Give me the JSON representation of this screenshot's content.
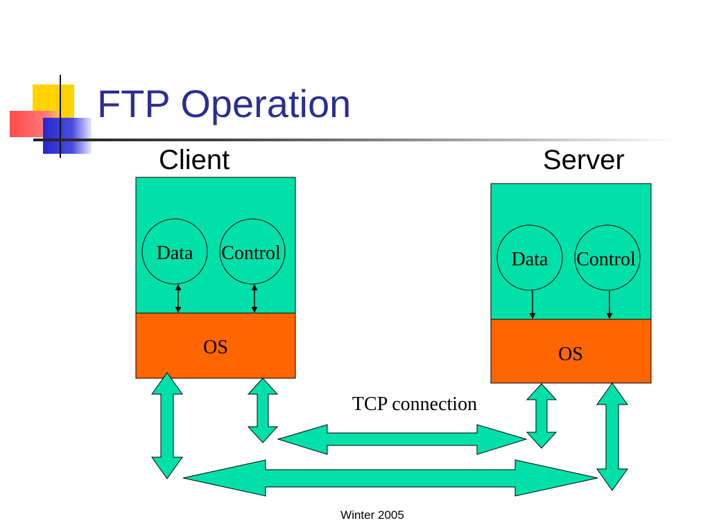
{
  "title": "FTP Operation",
  "client": {
    "label": "Client",
    "data_label": "Data",
    "control_label": "Control",
    "os_label": "OS"
  },
  "server": {
    "label": "Server",
    "data_label": "Data",
    "control_label": "Control",
    "os_label": "OS"
  },
  "connection_label": "TCP connection",
  "footer": "Winter 2005",
  "colors": {
    "title": "#2b2f8f",
    "app_box": "#00e0a8",
    "os_box": "#ff6600",
    "arrow_fill": "#00e0a8",
    "accent_yellow": "#ffd200",
    "accent_red": "#ff5a5a",
    "accent_blue": "#3030d0"
  }
}
